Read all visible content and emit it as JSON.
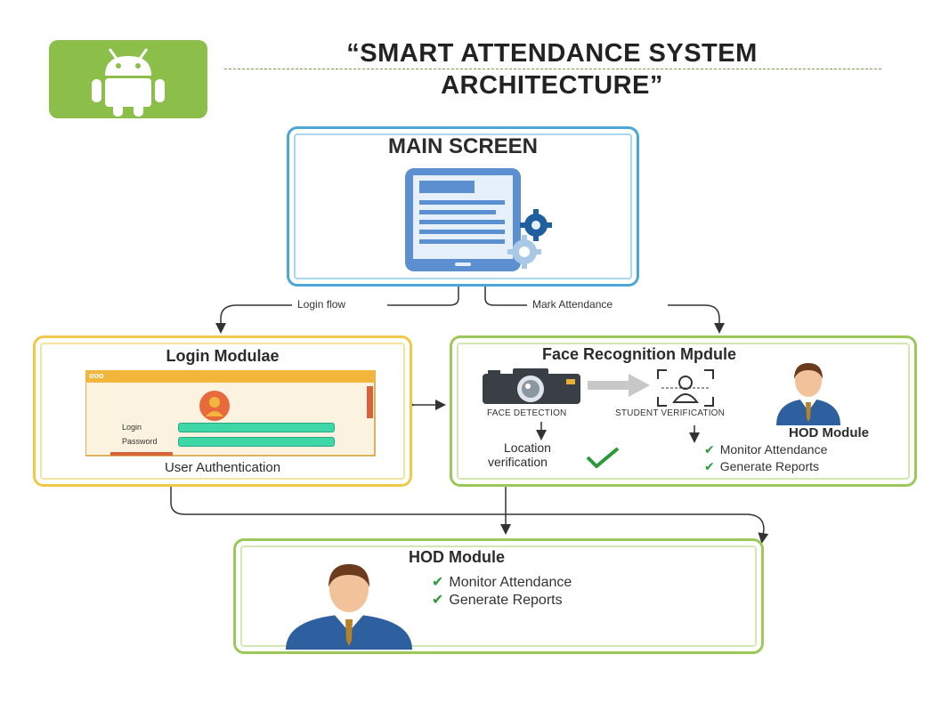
{
  "title": {
    "line1": "“SMART ATTENDANCE SYSTEM",
    "line2": "ARCHITECTURE”"
  },
  "main_screen": {
    "title": "MAIN SCREEN"
  },
  "flows": {
    "left": "Login flow",
    "right": "Mark Attendance"
  },
  "login_module": {
    "title": "Login Modulae",
    "window_dots": "ooo",
    "login_label": "Login",
    "password_label": "Password",
    "caption": "User Authentication"
  },
  "face_module": {
    "title": "Face Recognition Mpdule",
    "face_detection": "FACE DETECTION",
    "student_verification": "STUDENT VERIFICATION",
    "location_line1": "Location",
    "location_line2": "verification",
    "hod_title": "HOD Module",
    "hod_items": [
      "Monitor Attendance",
      "Generate Reports"
    ]
  },
  "hod_module": {
    "title": "HOD Module",
    "items": [
      "Monitor Attendance",
      "Generate Reports"
    ]
  },
  "colors": {
    "android_green": "#8bbf4a",
    "main_border": "#4aa7d6",
    "login_border": "#f0c84a",
    "face_border": "#9cc85a",
    "check_green": "#2c9a3a",
    "suit_blue": "#2e5f9e"
  },
  "icons": [
    "android-icon",
    "tablet-icon",
    "gear-icon",
    "browser-window-icon",
    "user-avatar-icon",
    "camera-icon",
    "arrow-right-icon",
    "face-scan-icon",
    "businessman-icon",
    "check-icon"
  ]
}
